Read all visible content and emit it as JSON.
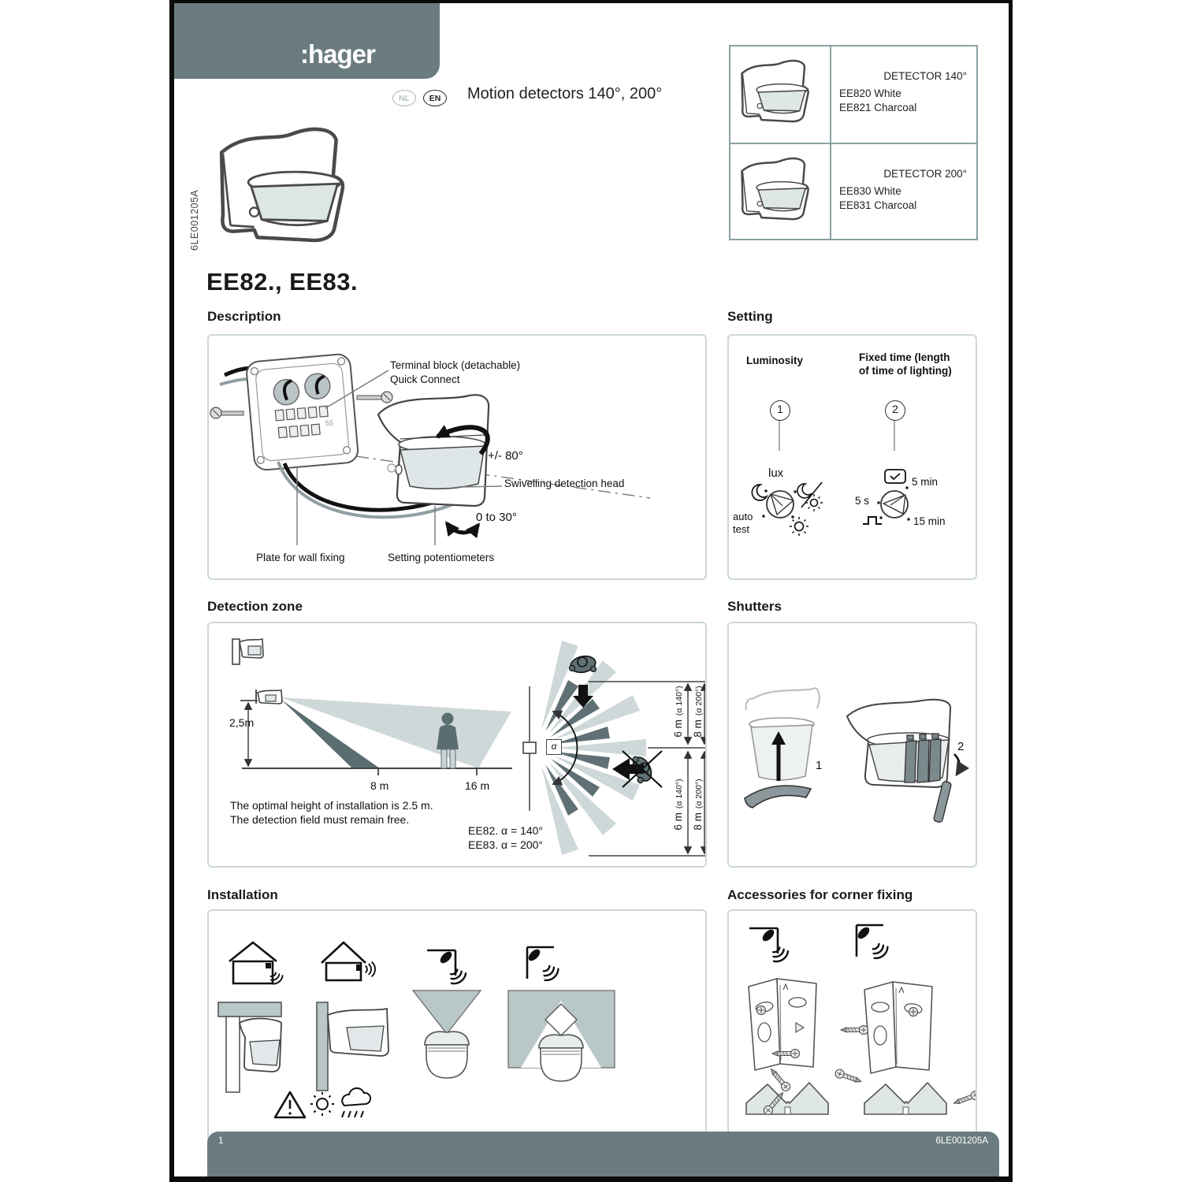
{
  "page": {
    "side_ref": "6LE001205A",
    "footer_page": "1",
    "footer_ref": "6LE001205A"
  },
  "header": {
    "logo": ":hager",
    "badge_nl": "NL",
    "badge_en": "EN",
    "title": "Motion detectors 140°, 200°"
  },
  "product_table": {
    "rows": [
      {
        "title": "DETECTOR 140°",
        "line1": "EE820 White",
        "line2": "EE821 Charcoal"
      },
      {
        "title": "DETECTOR 200°",
        "line1": "EE830 White",
        "line2": "EE831 Charcoal"
      }
    ]
  },
  "model_title": "EE82., EE83.",
  "description": {
    "heading": "Description",
    "terminal_line1": "Terminal block (detachable)",
    "terminal_line2": "Quick Connect",
    "swivel_range": "+/-  80°",
    "swivel_head": "Swivelling detection head",
    "tilt_range": "0  to  30°",
    "plate_label": "Plate for wall fixing",
    "potentiometers_label": "Setting potentiometers",
    "plate_marking": "55"
  },
  "setting": {
    "heading": "Setting",
    "luminosity_title": "Luminosity",
    "fixed_time_title": "Fixed time (length of time of lighting)",
    "knob1": "1",
    "knob2": "2",
    "lux": "lux",
    "auto_line1": "auto",
    "auto_line2": "test",
    "t_5s": "5 s",
    "t_5min": "5 min",
    "t_15min": "15 min"
  },
  "detection_zone": {
    "heading": "Detection zone",
    "height": "2,5m",
    "d8": "8 m",
    "d16": "16 m",
    "note1": "The optimal height of installation is 2.5 m.",
    "note2": "The detection field must remain free.",
    "alpha": "α",
    "dim6": "6 m",
    "dim6_sub": "(α 140°)",
    "dim8": "8 m",
    "dim8_sub": "(α 200°)",
    "eq1": "EE82. α = 140°",
    "eq2": "EE83. α = 200°"
  },
  "shutters": {
    "heading": "Shutters",
    "step1": "1",
    "step2": "2"
  },
  "installation": {
    "heading": "Installation"
  },
  "accessories": {
    "heading": "Accessories for corner fixing"
  }
}
